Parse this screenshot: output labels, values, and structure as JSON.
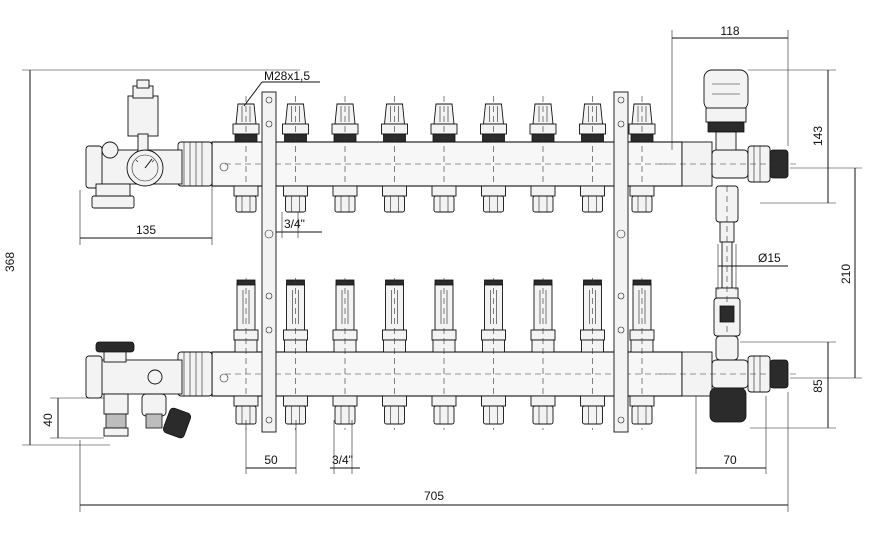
{
  "dimensions": {
    "overall_width": "705",
    "overall_height": "368",
    "left_offset": "135",
    "thread": "M28x1,5",
    "port_thread_top": "3/4\"",
    "port_thread_bottom": "3/4\"",
    "outlet_spacing": "50",
    "bar_distance": "210",
    "right_top_width": "118",
    "right_top_height": "143",
    "right_bottom_height": "85",
    "right_bottom_width": "70",
    "left_bottom_height": "40",
    "flowmeter_diameter": "Ø15"
  },
  "outlet_count": 9
}
